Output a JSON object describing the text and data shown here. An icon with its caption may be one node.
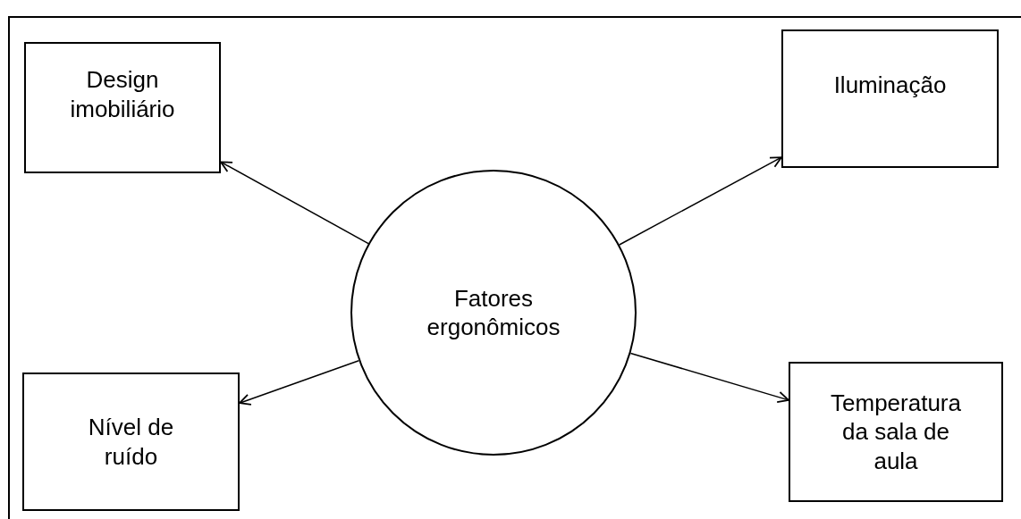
{
  "diagram": {
    "nodes": [
      {
        "text": [
          "Fatores ergonômicos"
        ]
      },
      {
        "text": [
          "Design imobiliário"
        ]
      },
      {
        "text": [
          "Iluminação"
        ]
      },
      {
        "text": [
          "Nível de ruído"
        ]
      },
      {
        "text": [
          "Temperatura da sala de aula"
        ]
      }
    ],
    "edges": [
      {
        "from": 0,
        "to": 1,
        "arrow": "to"
      },
      {
        "from": 0,
        "to": 2,
        "arrow": "to"
      },
      {
        "from": 0,
        "to": 3,
        "arrow": "to"
      },
      {
        "from": 0,
        "to": 4,
        "arrow": "to"
      }
    ]
  }
}
